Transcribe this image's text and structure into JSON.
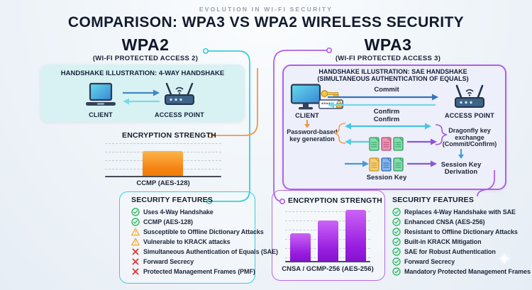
{
  "header": {
    "eyebrow": "EVOLUTION IN WI-FI SECURITY",
    "title": "COMPARISON: WPA3 VS WPA2 WIRELESS SECURITY"
  },
  "wpa2": {
    "name": "WPA2",
    "subtitle": "(WI-FI PROTECTED ACCESS 2)",
    "handshake": {
      "title": "HANDSHAKE ILLUSTRATION: 4-WAY HANDSHAKE",
      "client_label": "CLIENT",
      "ap_label": "ACCESS POINT"
    },
    "encryption": {
      "title": "ENCRYPTION STRENGTH",
      "bar_label": "CCMP (AES-128)"
    },
    "features": {
      "title": "SECURITY FEATURES",
      "items": [
        {
          "icon": "check",
          "text": "Uses 4-Way Handshake"
        },
        {
          "icon": "check",
          "text": "CCMP (AES-128)"
        },
        {
          "icon": "warning",
          "text": "Susceptible to Offline Dictionary Attacks"
        },
        {
          "icon": "warning",
          "text": "Vulnerable to KRACK attacks"
        },
        {
          "icon": "cross",
          "text": "Simultaneous Authentication of Equals (SAE)"
        },
        {
          "icon": "cross",
          "text": "Forward Secrecy"
        },
        {
          "icon": "cross",
          "text": "Protected Management Frames (PMF)"
        }
      ]
    }
  },
  "wpa3": {
    "name": "WPA3",
    "subtitle": "(WI-FI PROTECTED ACCESS 3)",
    "handshake": {
      "title": "HANDSHAKE ILLUSTRATION: SAE HANDSHAKE",
      "subtitle": "(SIMULTANEOUS AUTHENTICATION OF EQUALS)",
      "client_label": "CLIENT",
      "ap_label": "ACCESS POINT",
      "password_mask": "*****",
      "commit_label": "Commit",
      "confirm1_label": "Confirm",
      "confirm2_label": "Confirm",
      "password_note_line1": "Password-based",
      "password_note_line2": "key generation",
      "dragonfly_line1": "Dragonfly key",
      "dragonfly_line2": "exchange",
      "dragonfly_line3": "(Commit/Confirm)",
      "session_key_label": "Session Key",
      "derivation_line1": "Session Key",
      "derivation_line2": "Derivation"
    },
    "encryption": {
      "title": "ENCRYPTION STRENGTH",
      "bar_label": "CNSA / GCMP-256 (AES-256)"
    },
    "features": {
      "title": "SECURITY FEATURES",
      "items": [
        {
          "icon": "check",
          "text": "Replaces 4-Way Handshake with SAE"
        },
        {
          "icon": "check",
          "text": "Enhanced CNSA (AES-256)"
        },
        {
          "icon": "check",
          "text": "Resistant to Offline Dictionary Attacks"
        },
        {
          "icon": "check",
          "text": "Built-in KRACK Mitigation"
        },
        {
          "icon": "check",
          "text": "SAE for Robust Authentication"
        },
        {
          "icon": "check",
          "text": "Forward Secrecy"
        },
        {
          "icon": "check",
          "text": "Mandatory Protected Management Frames (PMF)"
        }
      ]
    }
  },
  "watermark": "✦",
  "colors": {
    "accent_cyan": "#35cede",
    "accent_purple": "#b35fe8",
    "accent_orange": "#f0953f",
    "bar_orange": "#f58414",
    "bar_purple": "#9a1fe0",
    "check_green": "#35b569",
    "warning_yellow": "#eda83e",
    "cross_red": "#dd3b3b",
    "title_navy": "#131b2e"
  },
  "chart_data": [
    {
      "type": "bar",
      "section": "WPA2",
      "title": "ENCRYPTION STRENGTH",
      "categories": [
        "CCMP (AES-128)"
      ],
      "values": [
        35
      ],
      "ylim": [
        0,
        100
      ],
      "ylabel": "",
      "xlabel": "CCMP (AES-128)",
      "grid": true,
      "note": "single orange bar, unlabeled relative-strength axis (value estimated from bar height)"
    },
    {
      "type": "bar",
      "section": "WPA3",
      "title": "ENCRYPTION STRENGTH",
      "categories": [
        "",
        "",
        ""
      ],
      "values": [
        40,
        58,
        74
      ],
      "ylim": [
        0,
        100
      ],
      "ylabel": "",
      "xlabel": "CNSA / GCMP-256 (AES-256)",
      "grid": true,
      "note": "three ascending purple bars, unlabeled relative-strength axis (values estimated from bar heights)"
    }
  ]
}
